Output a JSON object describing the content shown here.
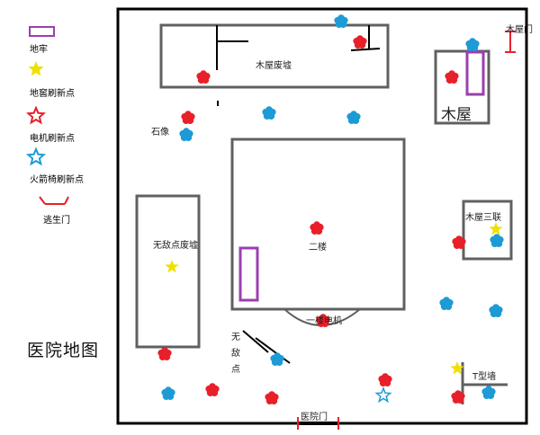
{
  "legend": {
    "items": [
      {
        "label": "地牢",
        "icon": "dungeon-rect-icon",
        "color": "#9b3fb0"
      },
      {
        "label": "地窖刷新点",
        "icon": "yellow-star-icon",
        "color": "#f0e000"
      },
      {
        "label": "电机刷新点",
        "icon": "red-star-icon",
        "color": "#e8202a"
      },
      {
        "label": "火箭椅刷新点",
        "icon": "blue-star-icon",
        "color": "#1d9bd7"
      },
      {
        "label": "逃生门",
        "icon": "exit-gate-icon",
        "color": "#e8202a"
      }
    ]
  },
  "map": {
    "title": "医院地图",
    "labels": {
      "cabin_ruins": "木屋废墟",
      "statue": "石像",
      "cabin": "木屋",
      "cabin_gate": "木屋门",
      "second_floor": "二楼",
      "first_floor_generator": "一楼电机",
      "invincible_ruins": "无敌点废墟",
      "cabin_triple": "木屋三联",
      "invincible_spot": "无敌点",
      "t_wall": "T型墙",
      "hospital_gate": "医院门"
    }
  },
  "colors": {
    "wall": "#606060",
    "border": "#000000",
    "dungeon": "#9b3fb0",
    "exit": "#e8202a",
    "generator": "#e8202a",
    "rocket_chair": "#1d9bd7",
    "hatch": "#f0e000"
  }
}
